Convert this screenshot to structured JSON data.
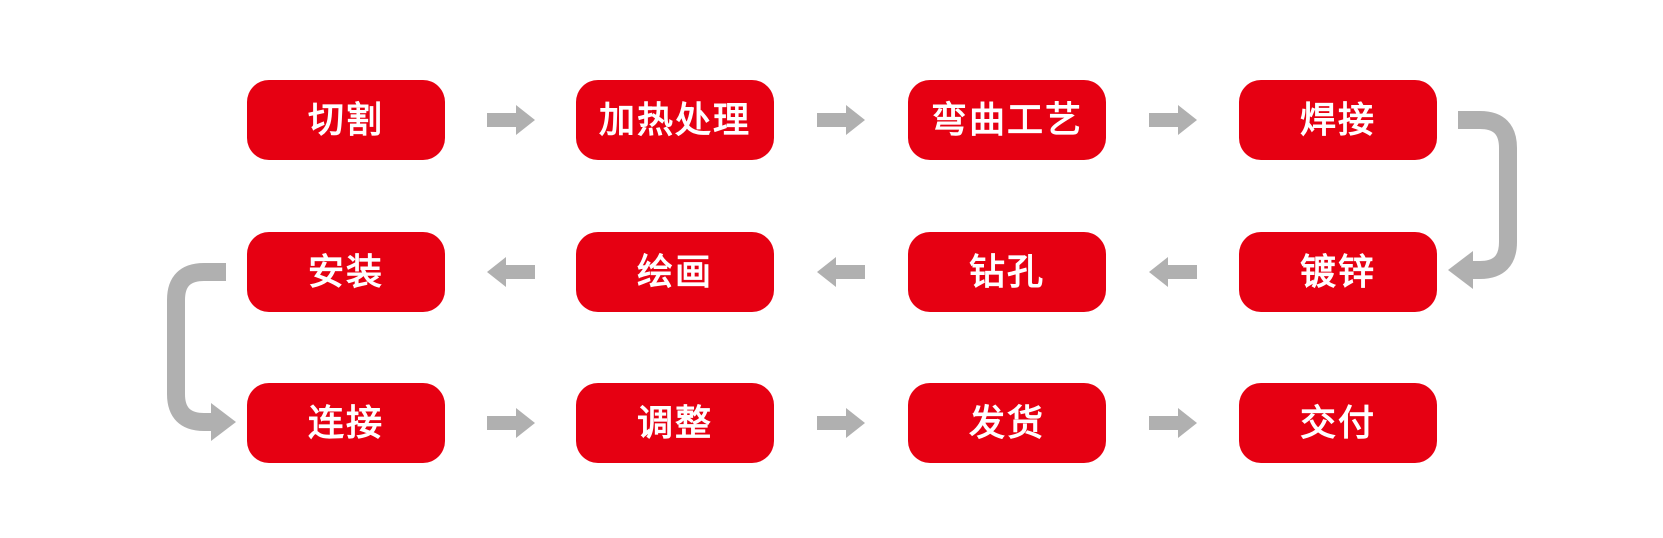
{
  "diagram": {
    "type": "process-flow",
    "description": "Snake-style manufacturing process flowchart, 3 rows of 4 red rounded steps connected by gray arrows",
    "box_color": "#E60012",
    "box_text_color": "#FFFFFF",
    "arrow_color": "#B0B0B0",
    "background_color": "#FFFFFF",
    "rows": [
      {
        "flow": "left-to-right",
        "nodes": [
          {
            "label": "切割"
          },
          {
            "label": "加热处理"
          },
          {
            "label": "弯曲工艺"
          },
          {
            "label": "焊接"
          }
        ]
      },
      {
        "flow": "right-to-left",
        "nodes": [
          {
            "label": "安装"
          },
          {
            "label": "绘画"
          },
          {
            "label": "钻孔"
          },
          {
            "label": "镀锌"
          }
        ]
      },
      {
        "flow": "left-to-right",
        "nodes": [
          {
            "label": "连接"
          },
          {
            "label": "调整"
          },
          {
            "label": "发货"
          },
          {
            "label": "交付"
          }
        ]
      }
    ],
    "wrap_connectors": [
      {
        "from": "焊接",
        "to": "镀锌",
        "side": "right"
      },
      {
        "from": "安装",
        "to": "连接",
        "side": "left"
      }
    ],
    "sequence": [
      "切割",
      "加热处理",
      "弯曲工艺",
      "焊接",
      "镀锌",
      "钻孔",
      "绘画",
      "安装",
      "连接",
      "调整",
      "发货",
      "交付"
    ]
  }
}
